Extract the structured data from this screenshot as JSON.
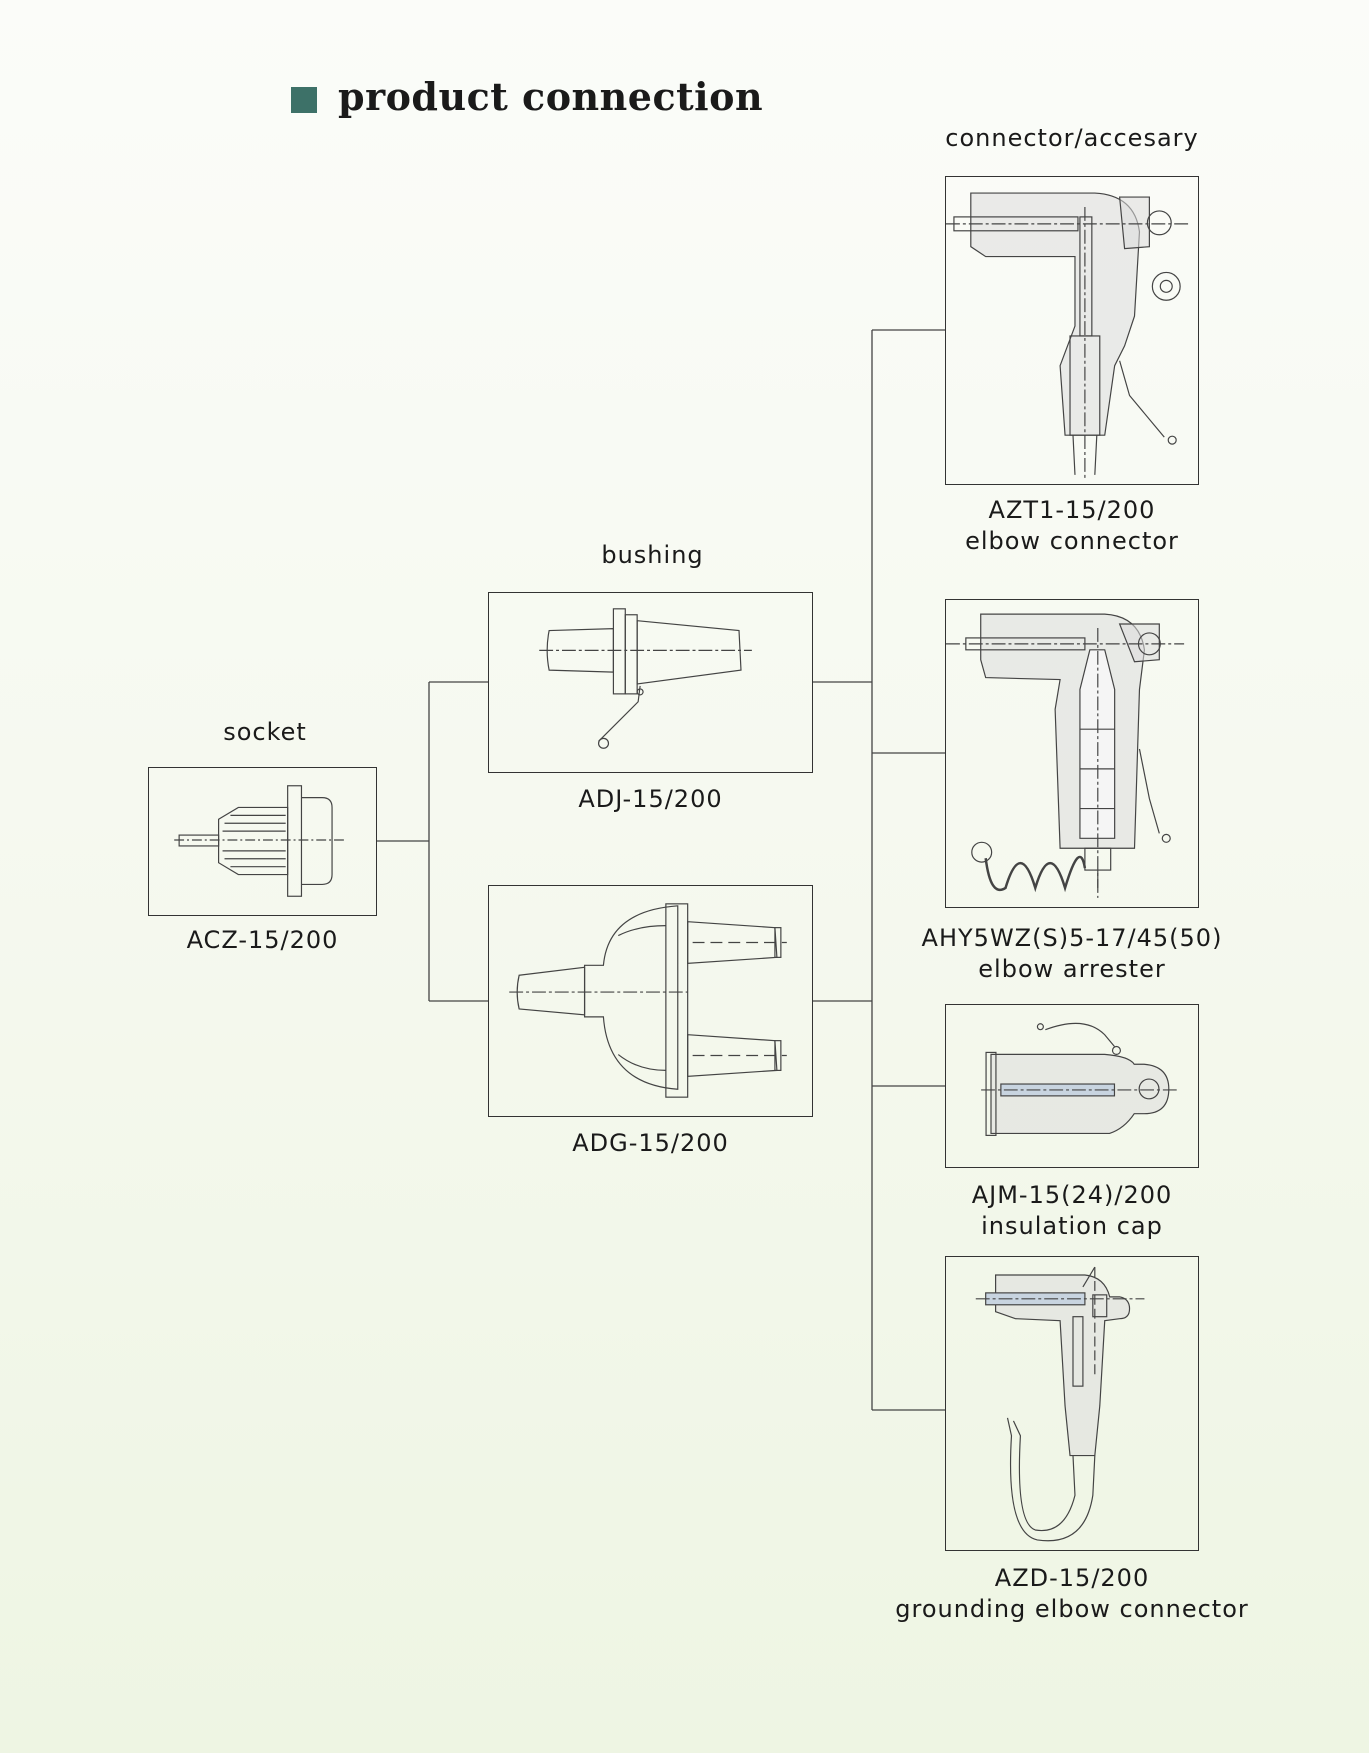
{
  "title": "product connection",
  "colors": {
    "marker": "#3d7168",
    "line": "#333333"
  },
  "headings": {
    "socket": "socket",
    "bushing": "bushing",
    "connector": "connector/accesary"
  },
  "socket": {
    "model": "ACZ-15/200"
  },
  "bushings": [
    {
      "model": "ADJ-15/200"
    },
    {
      "model": "ADG-15/200"
    }
  ],
  "connectors": [
    {
      "model": "AZT1-15/200",
      "desc": "elbow connector"
    },
    {
      "model": "AHY5WZ(S)5-17/45(50)",
      "desc": "elbow arrester"
    },
    {
      "model": "AJM-15(24)/200",
      "desc": "insulation cap"
    },
    {
      "model": "AZD-15/200",
      "desc": "grounding elbow connector"
    }
  ]
}
